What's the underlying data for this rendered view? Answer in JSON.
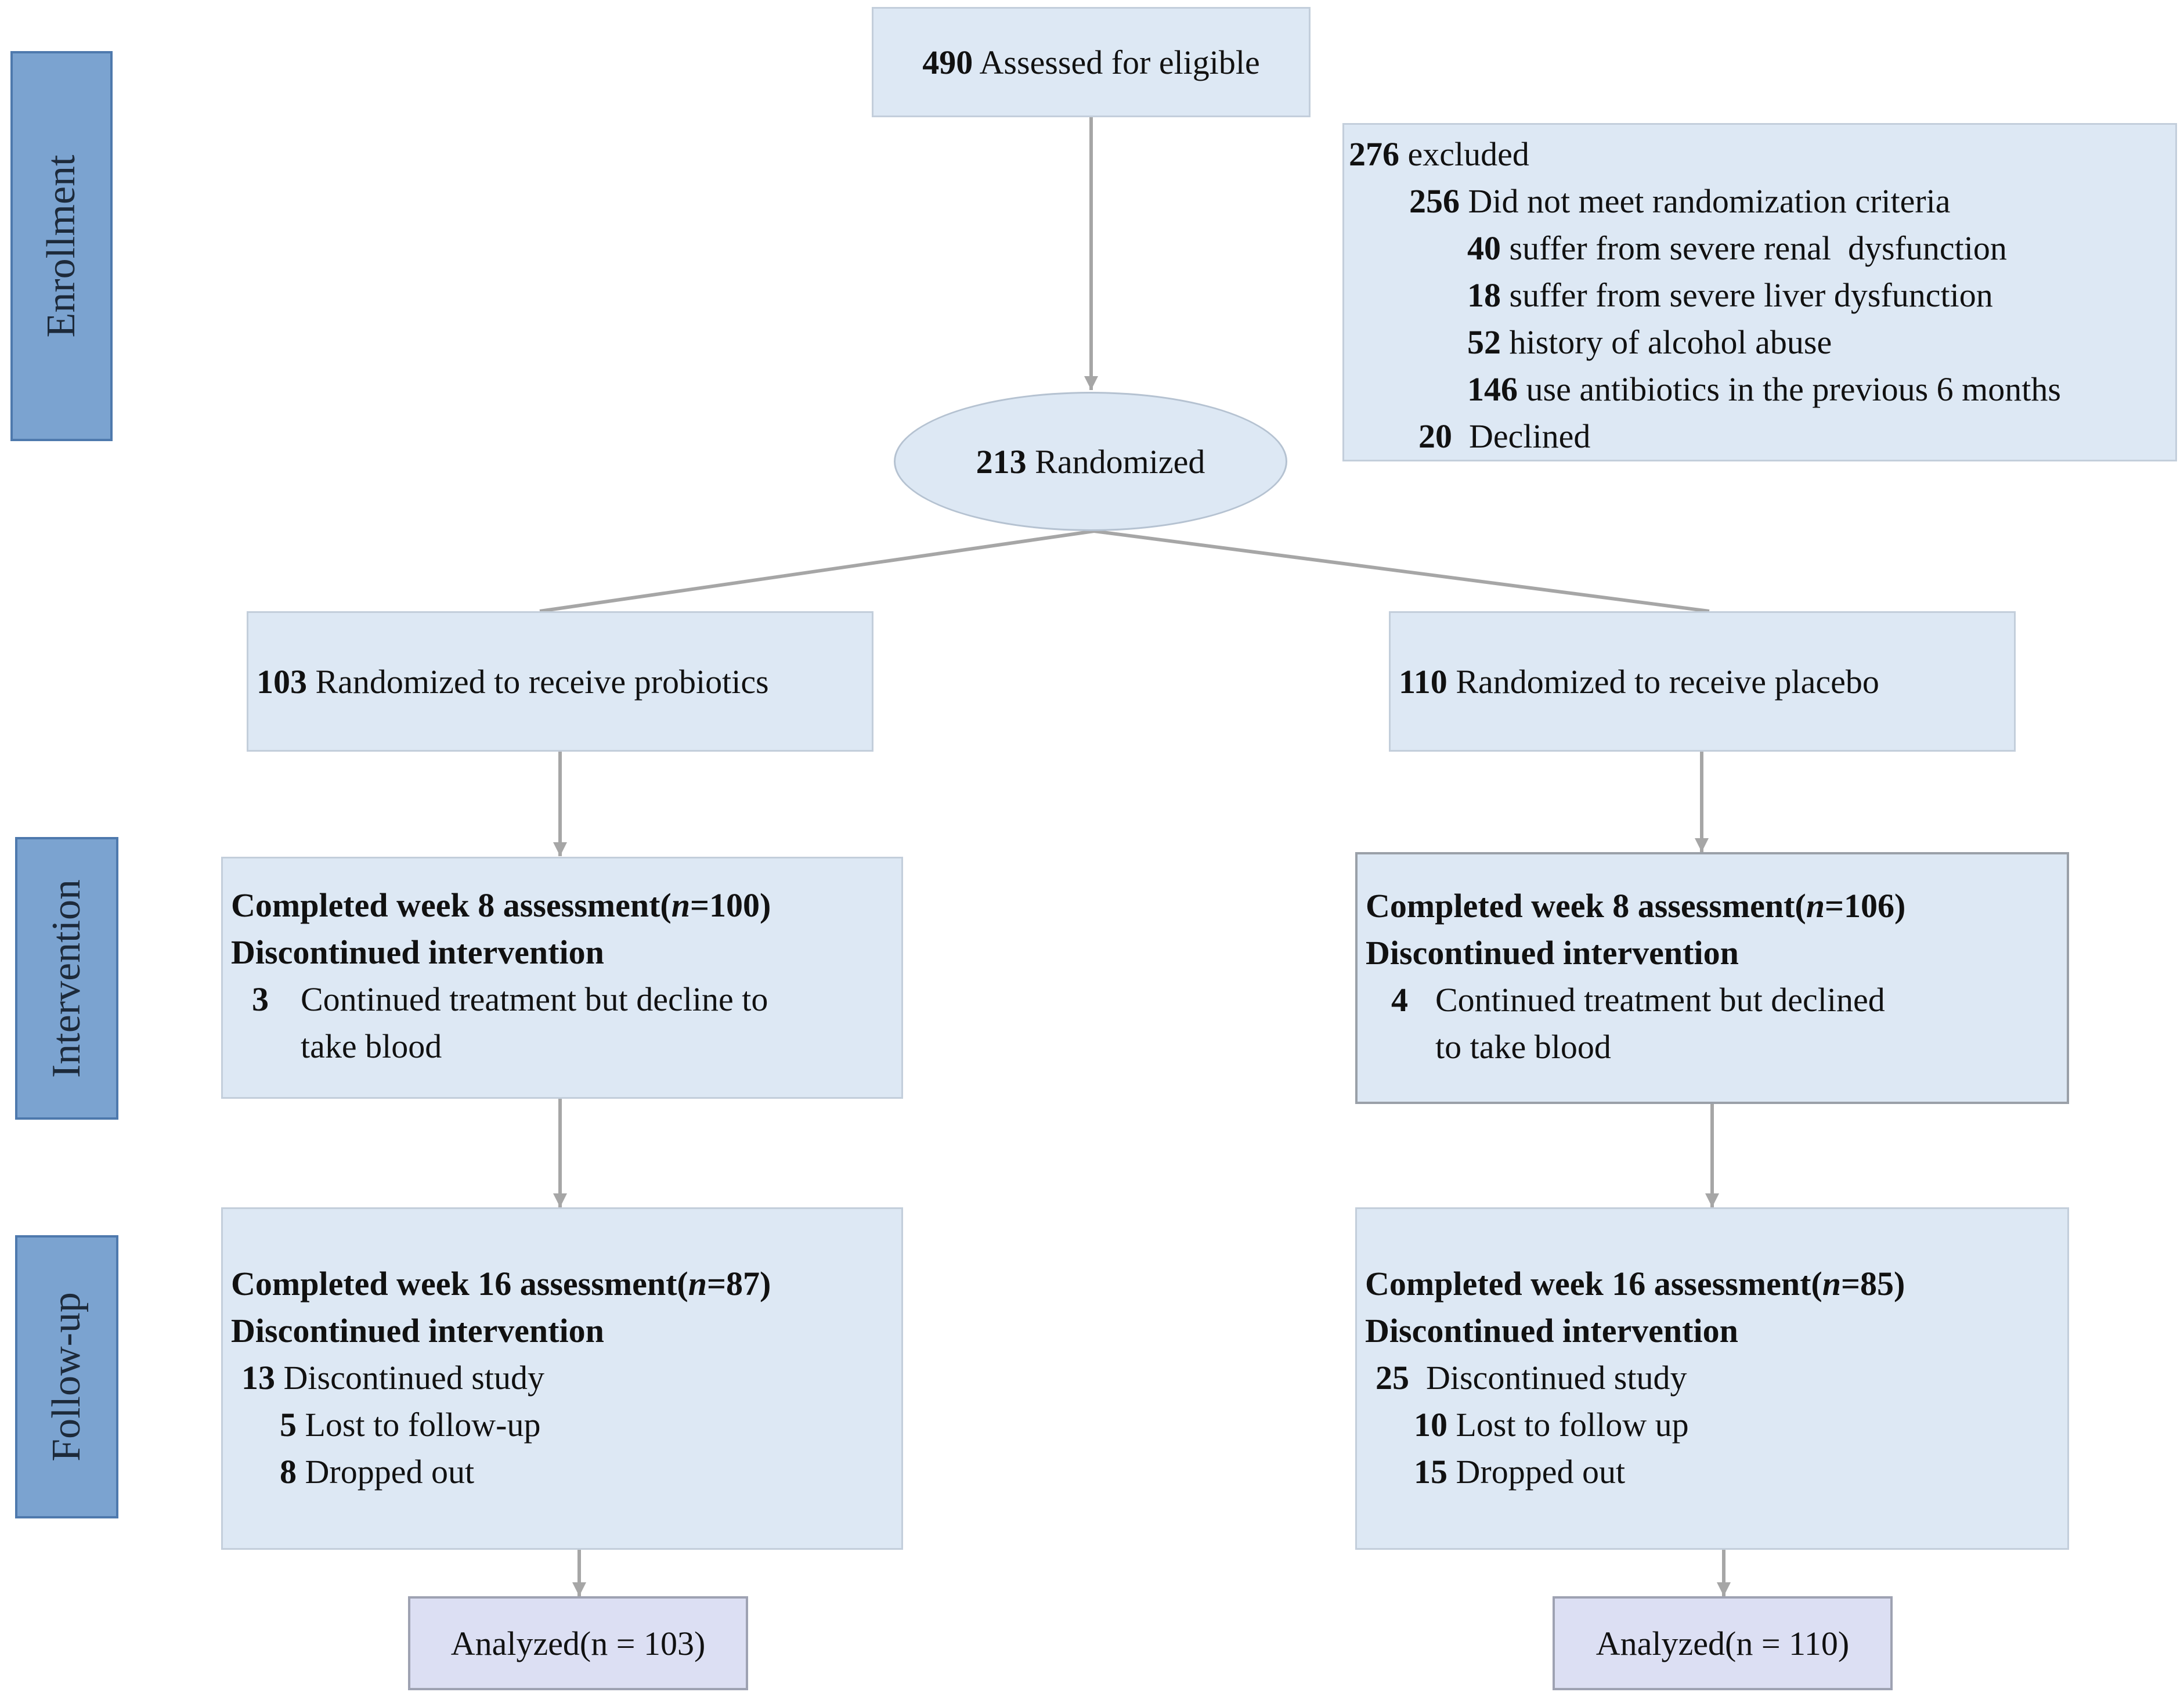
{
  "stages": {
    "enrollment": "Enrollment",
    "intervention": "Intervention",
    "followup": "Follow-up"
  },
  "assessed": {
    "count": "490",
    "text": " Assessed for eligible"
  },
  "excluded": {
    "total": {
      "count": "276",
      "text": " excluded"
    },
    "not_meet": {
      "count": "256",
      "text": " Did not meet randomization criteria"
    },
    "renal": {
      "count": "40",
      "text": " suffer from severe renal  dysfunction"
    },
    "liver": {
      "count": "18",
      "text": " suffer from severe liver dysfunction"
    },
    "alcohol": {
      "count": "52",
      "text": " history of alcohol abuse"
    },
    "antibiotics": {
      "count": "146",
      "text": " use antibiotics in the previous 6 months"
    },
    "declined": {
      "count": "20",
      "text": "  Declined"
    }
  },
  "randomized": {
    "count": "213",
    "text": " Randomized"
  },
  "probiotics_arm": {
    "randomized": {
      "count": "103",
      "text": " Randomized to receive probiotics"
    },
    "week8": {
      "completed_prefix": "Completed week 8 assessment(",
      "n_label": "n",
      "completed_suffix": "=100)",
      "discontinued": "Discontinued intervention",
      "reason_count": "3",
      "reason_line1": "Continued treatment but decline to",
      "reason_line2": "take blood"
    },
    "week16": {
      "completed_prefix": "Completed week 16 assessment(",
      "n_label": "n",
      "completed_suffix": "=87)",
      "discontinued": "Discontinued intervention",
      "study_count": "13",
      "study_text": " Discontinued study",
      "lost_count": "5",
      "lost_text": " Lost to follow-up",
      "dropped_count": "8",
      "dropped_text": " Dropped out"
    },
    "analyzed": "Analyzed(n = 103)"
  },
  "placebo_arm": {
    "randomized": {
      "count": "110",
      "text": " Randomized to receive placebo"
    },
    "week8": {
      "completed_prefix": "Completed week 8 assessment(",
      "n_label": "n",
      "completed_suffix": "=106)",
      "discontinued": "Discontinued intervention",
      "reason_count": "4",
      "reason_line1": "Continued treatment but declined",
      "reason_line2": "to take blood"
    },
    "week16": {
      "completed_prefix": "Completed week 16 assessment(",
      "n_label": "n",
      "completed_suffix": "=85)",
      "discontinued": "Discontinued intervention",
      "study_count": "25",
      "study_text": "  Discontinued study",
      "lost_count": "10",
      "lost_text": " Lost to follow up",
      "dropped_count": "15",
      "dropped_text": " Dropped out"
    },
    "analyzed": "Analyzed(n = 110)"
  },
  "colors": {
    "box_fill": "#dde8f4",
    "stage_fill": "#7ba3d0",
    "stage_border": "#4e79ad",
    "connector": "#a6a6a6",
    "analyzed_fill": "#dcdff3"
  }
}
